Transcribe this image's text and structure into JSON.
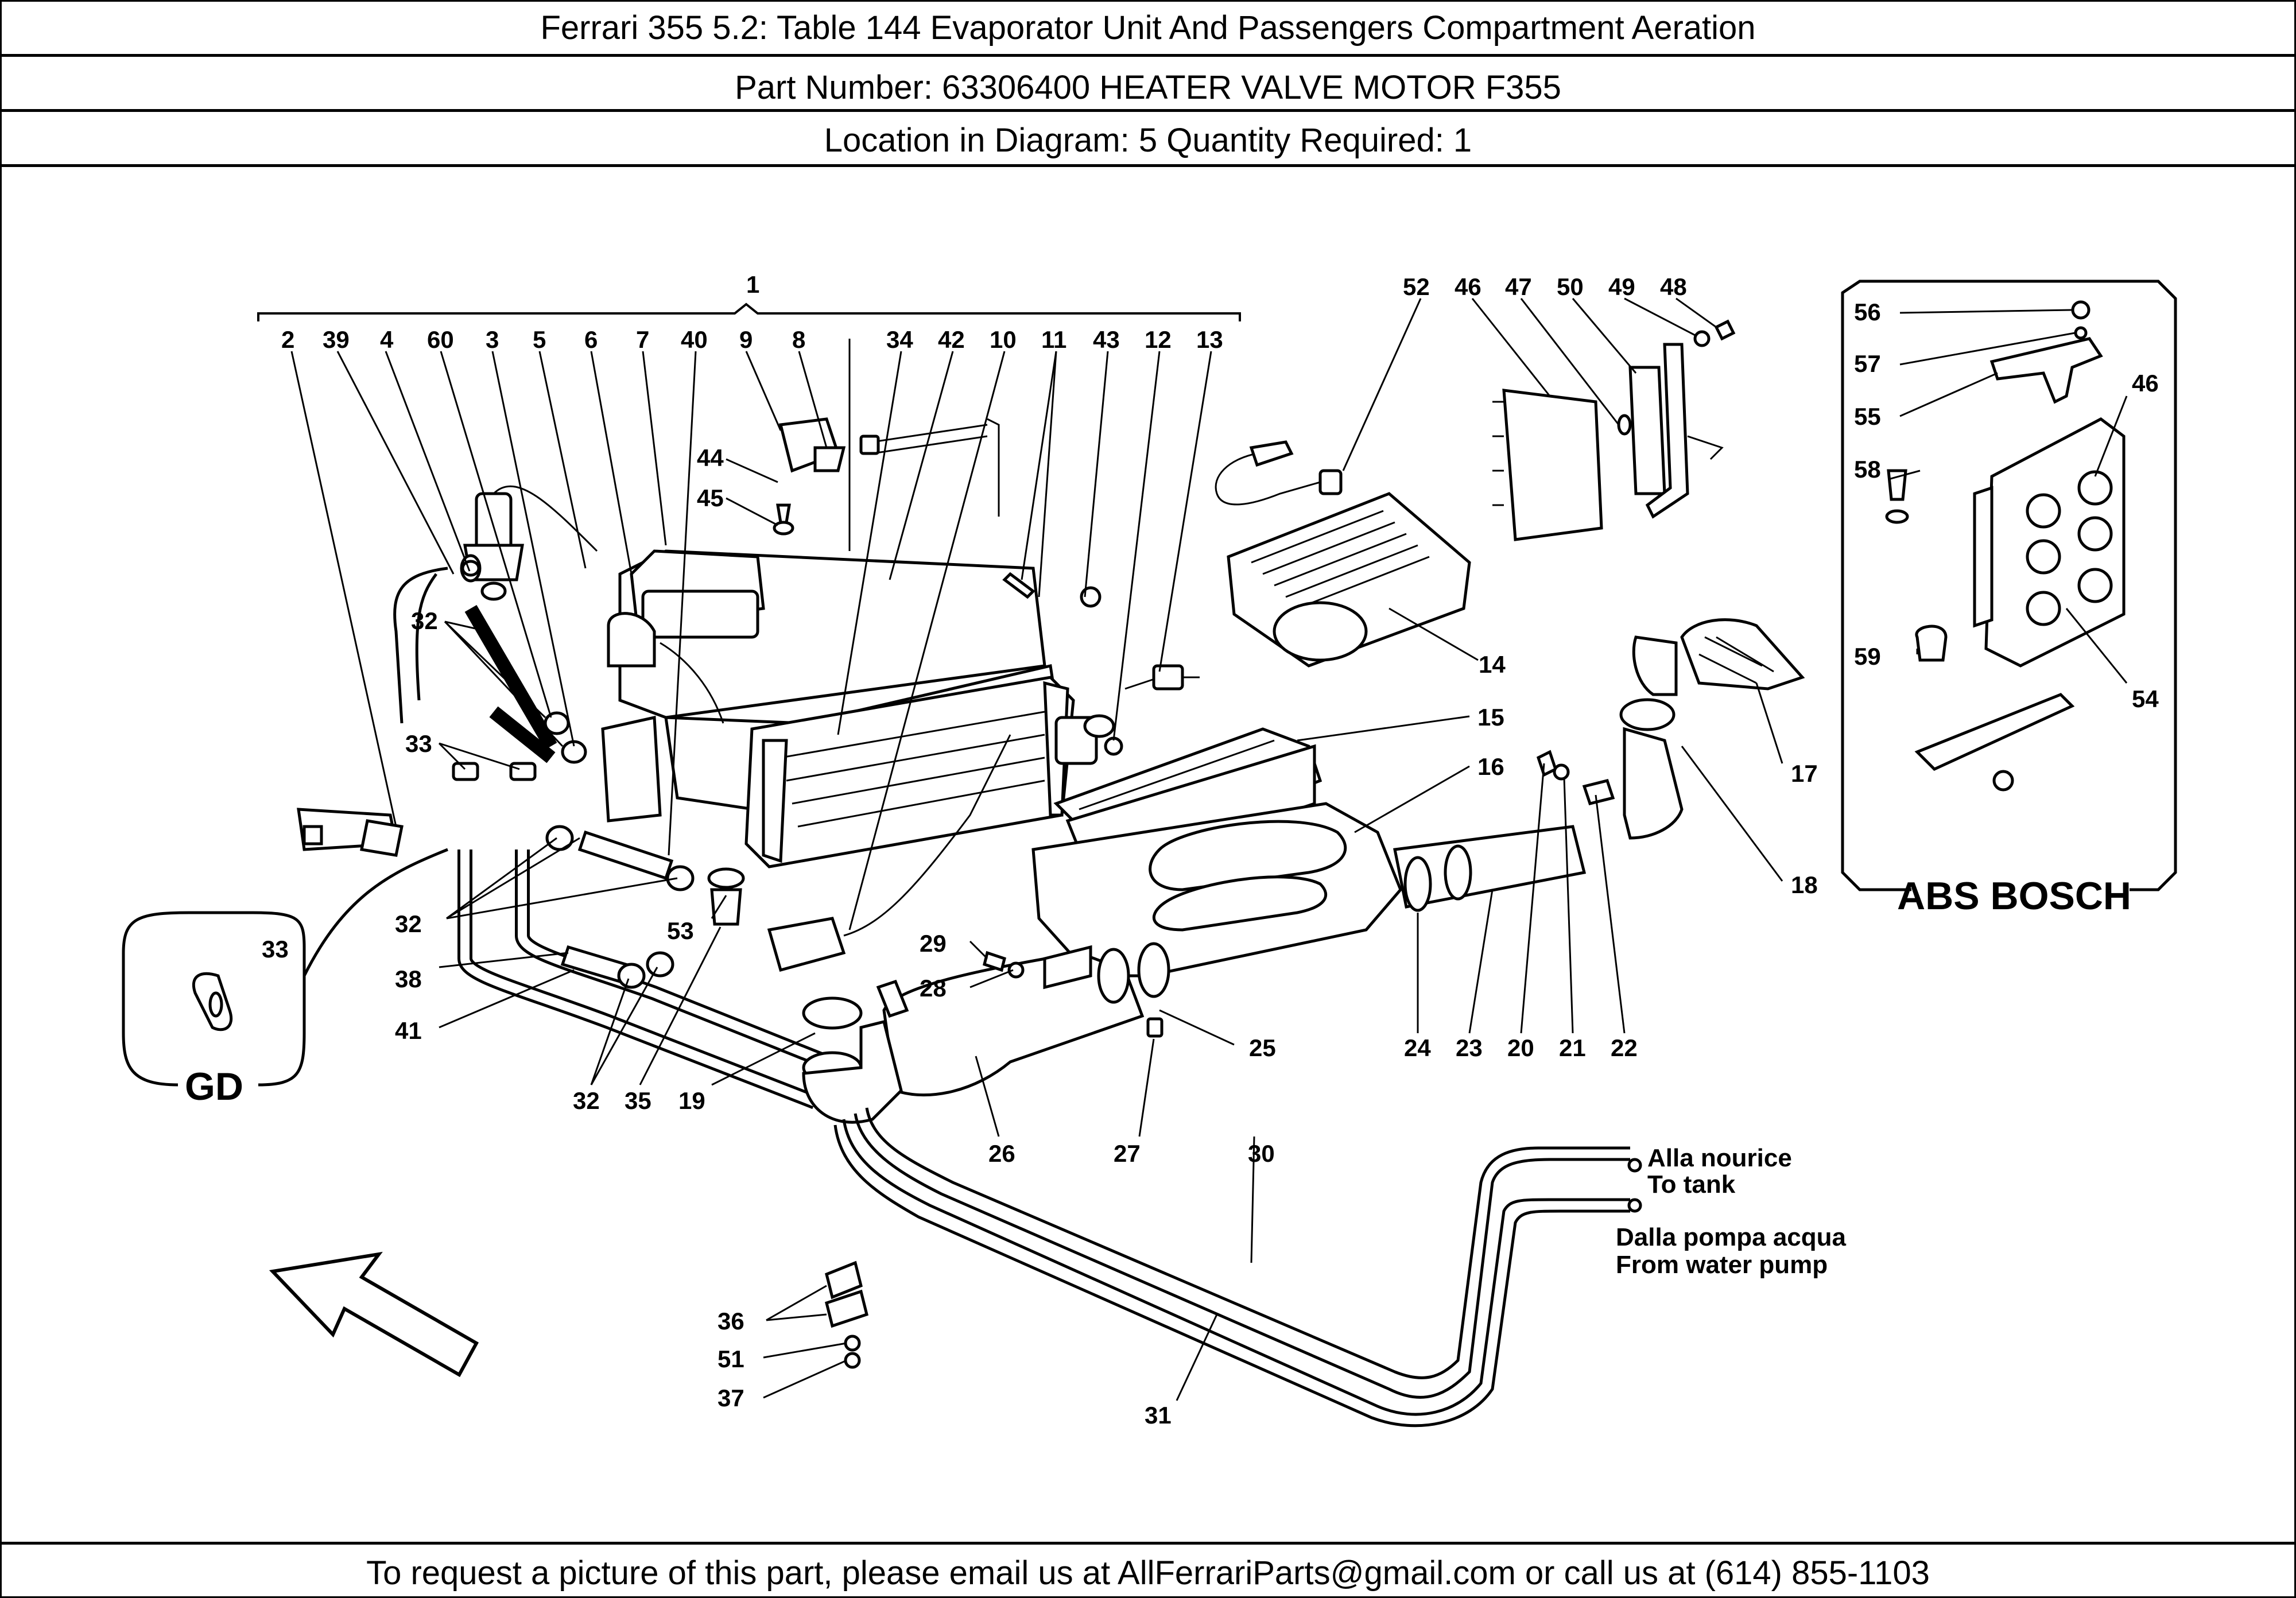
{
  "header": {
    "title": "Ferrari 355 5.2:   Table 144 Evaporator Unit And Passengers Compartment Aeration",
    "part_number": "Part Number: 63306400   HEATER VALVE MOTOR F355",
    "location": "Location in Diagram: 5   Quantity Required: 1"
  },
  "footer": {
    "contact": "To request a picture of this part, please email us at AllFerrariParts@gmail.com or call us at (614) 855-1103"
  },
  "callouts": {
    "c1": "1",
    "c2": "2",
    "c39": "39",
    "c4": "4",
    "c60": "60",
    "c3": "3",
    "c5": "5",
    "c6": "6",
    "c7": "7",
    "c40": "40",
    "c9": "9",
    "c8": "8",
    "c34": "34",
    "c42": "42",
    "c10": "10",
    "c11": "11",
    "c43": "43",
    "c12": "12",
    "c13": "13",
    "c44": "44",
    "c45": "45",
    "c32a": "32",
    "c33a": "33",
    "c32b": "32",
    "c38": "38",
    "c41": "41",
    "c33gd": "33",
    "c53": "53",
    "c32c": "32",
    "c35": "35",
    "c19": "19",
    "c29": "29",
    "c28": "28",
    "c25": "25",
    "c26": "26",
    "c27": "27",
    "c30": "30",
    "c31": "31",
    "c36": "36",
    "c51": "51",
    "c37": "37",
    "c52": "52",
    "c46a": "46",
    "c47": "47",
    "c50": "50",
    "c49": "49",
    "c48": "48",
    "c14": "14",
    "c15": "15",
    "c16": "16",
    "c17": "17",
    "c18": "18",
    "c24": "24",
    "c23": "23",
    "c20": "20",
    "c21": "21",
    "c22": "22",
    "c56": "56",
    "c57": "57",
    "c55": "55",
    "c58": "58",
    "c59": "59",
    "c46b": "46",
    "c54": "54"
  },
  "labels": {
    "gd": "GD",
    "abs": "ABS BOSCH",
    "tank_it": "Alla nourice",
    "tank_en": "To tank",
    "pump_it": "Dalla pompa acqua",
    "pump_en": "From water pump"
  }
}
